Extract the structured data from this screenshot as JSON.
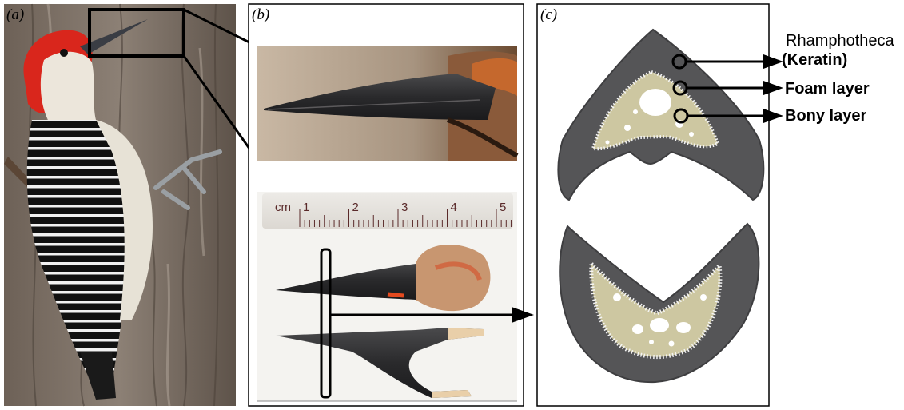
{
  "panels": {
    "a": {
      "label": "(a)"
    },
    "b": {
      "label": "(b)"
    },
    "c": {
      "label": "(c)"
    }
  },
  "ruler": {
    "unit": "cm",
    "ticks": [
      "1",
      "2",
      "3",
      "4",
      "5"
    ]
  },
  "layers": [
    {
      "name": "Rhamphotheca",
      "sub": "(Keratin)"
    },
    {
      "name": "Foam layer"
    },
    {
      "name": "Bony layer"
    }
  ],
  "colors": {
    "keratin": "#555557",
    "keratin_edge": "#3e3e40",
    "foam_fill": "#cdc7a1",
    "bone_bg": "#ffffff",
    "woodpecker_head": "#d9261c",
    "bark": "#7b6d60"
  }
}
